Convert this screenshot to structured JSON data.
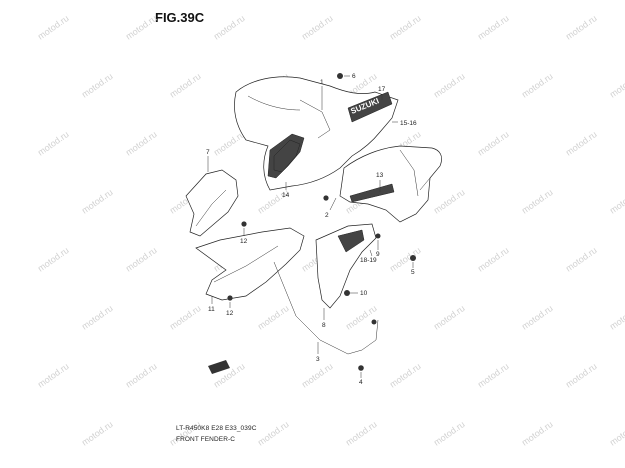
{
  "figure": {
    "title": "FIG.39C",
    "model_code": "LT-R450K8 E28 E33_039C",
    "section_name": "FRONT FENDER-C"
  },
  "watermark": {
    "text": "motod.ru",
    "color": "#d2d2d2"
  },
  "callouts": [
    {
      "id": "c1",
      "label": "1"
    },
    {
      "id": "c2",
      "label": "2"
    },
    {
      "id": "c3",
      "label": "3"
    },
    {
      "id": "c4",
      "label": "4"
    },
    {
      "id": "c5",
      "label": "5"
    },
    {
      "id": "c6",
      "label": "6"
    },
    {
      "id": "c7",
      "label": "7"
    },
    {
      "id": "c8",
      "label": "8"
    },
    {
      "id": "c9",
      "label": "9"
    },
    {
      "id": "c10",
      "label": "10"
    },
    {
      "id": "c11",
      "label": "11"
    },
    {
      "id": "c12a",
      "label": "12"
    },
    {
      "id": "c12b",
      "label": "12"
    },
    {
      "id": "c13",
      "label": "13"
    },
    {
      "id": "c14",
      "label": "14"
    },
    {
      "id": "c15_16",
      "label": "15-16"
    },
    {
      "id": "c17",
      "label": "17"
    },
    {
      "id": "c18_19",
      "label": "18-19"
    }
  ],
  "decal_text": "SUZUKI"
}
